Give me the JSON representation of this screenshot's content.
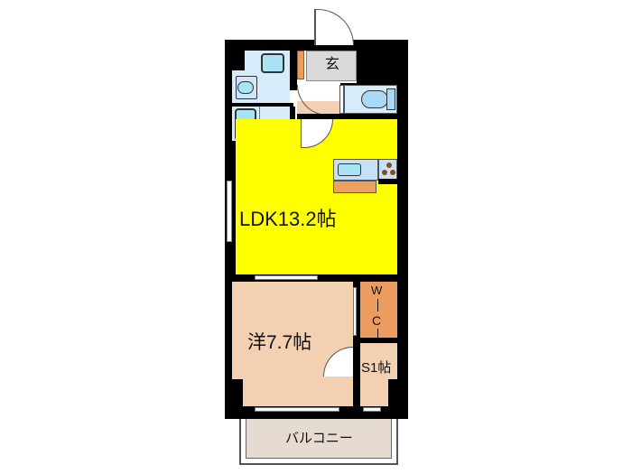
{
  "floorplan": {
    "rooms": {
      "ldk": {
        "label": "LDK13.2帖",
        "color": "#ffff00"
      },
      "western": {
        "label": "洋7.7帖",
        "color": "#f3d0b2"
      },
      "storage": {
        "label": "S1帖",
        "color": "#f3d0b2"
      },
      "wic": {
        "label": "W\nI\nC",
        "label_w": "W",
        "label_c": "C",
        "color": "#ec9c5e"
      },
      "entrance": {
        "label": "玄",
        "color": "#d9d9d9"
      },
      "balcony": {
        "label": "バルコニー",
        "color": "#e6dbd1"
      },
      "bathroom": {
        "color": "#d6ecfb"
      },
      "toilet": {
        "color": "#d6ecfb"
      },
      "washroom": {
        "color": "#d6ecfb"
      },
      "hallway": {
        "color": "#f3d0b2"
      }
    },
    "colors": {
      "wall": "#000000",
      "fixture": "#a9e4f4",
      "counter": "#eca15f",
      "shoe_box": "#ec9c5e",
      "burner": "#8a4a1e"
    }
  }
}
